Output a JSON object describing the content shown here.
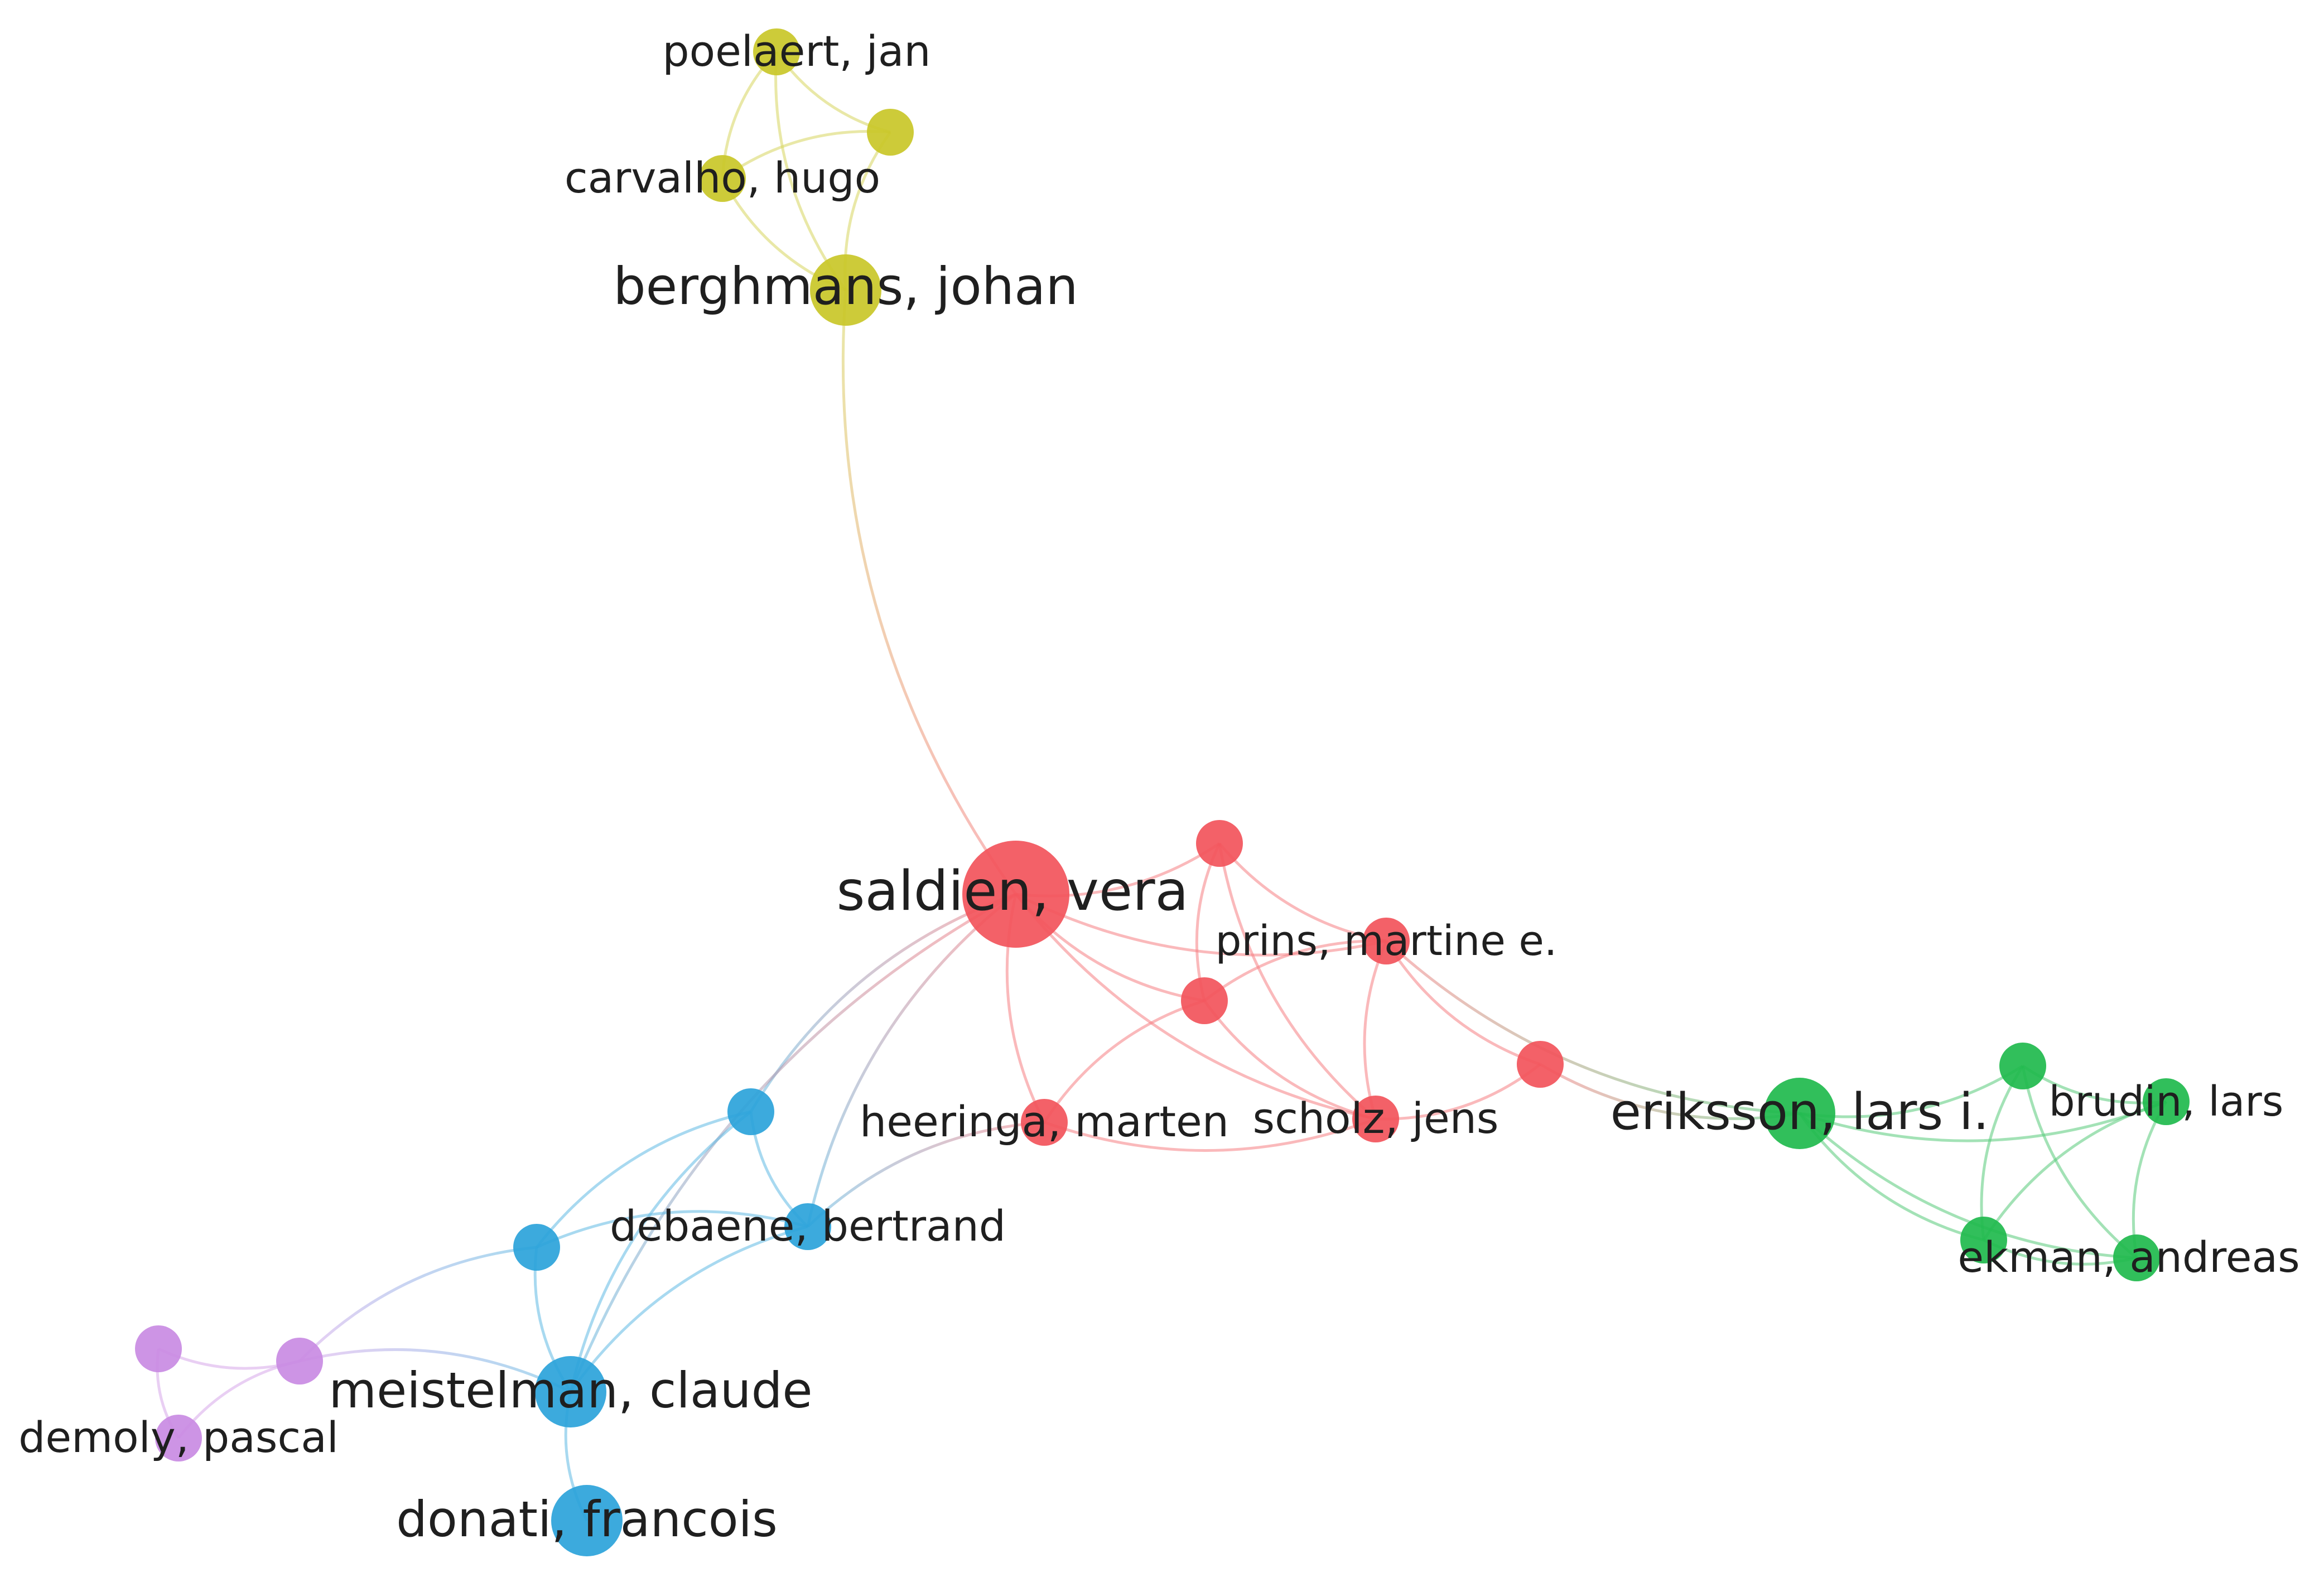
{
  "clusters": {
    "yellow": "#c9c728",
    "red": "#f2545b",
    "blue": "#2ba3da",
    "green": "#1fba4d",
    "purple": "#c98be3"
  },
  "nodes": [
    {
      "id": "poelaert",
      "label": "poelaert, jan",
      "cluster": "yellow",
      "weight": 2
    },
    {
      "id": "y_unlabeled",
      "label": "",
      "cluster": "yellow",
      "weight": 2
    },
    {
      "id": "carvalho",
      "label": "carvalho, hugo",
      "cluster": "yellow",
      "weight": 2
    },
    {
      "id": "berghmans",
      "label": "berghmans, johan",
      "cluster": "yellow",
      "weight": 4
    },
    {
      "id": "saldien",
      "label": "saldien, vera",
      "cluster": "red",
      "weight": 6
    },
    {
      "id": "r_top",
      "label": "",
      "cluster": "red",
      "weight": 2
    },
    {
      "id": "prins",
      "label": "prins, martine e.",
      "cluster": "red",
      "weight": 2
    },
    {
      "id": "r_mid",
      "label": "",
      "cluster": "red",
      "weight": 2
    },
    {
      "id": "r_right",
      "label": "",
      "cluster": "red",
      "weight": 2
    },
    {
      "id": "heeringa",
      "label": "heeringa, marten",
      "cluster": "red",
      "weight": 2
    },
    {
      "id": "scholz",
      "label": "scholz, jens",
      "cluster": "red",
      "weight": 2
    },
    {
      "id": "eriksson",
      "label": "eriksson, lars i.",
      "cluster": "green",
      "weight": 4
    },
    {
      "id": "g_top",
      "label": "",
      "cluster": "green",
      "weight": 2
    },
    {
      "id": "brudin",
      "label": "brudin, lars",
      "cluster": "green",
      "weight": 2
    },
    {
      "id": "g_bottom",
      "label": "",
      "cluster": "green",
      "weight": 2
    },
    {
      "id": "ekman",
      "label": "ekman, andreas",
      "cluster": "green",
      "weight": 2
    },
    {
      "id": "b_top",
      "label": "",
      "cluster": "blue",
      "weight": 2
    },
    {
      "id": "debaene",
      "label": "debaene, bertrand",
      "cluster": "blue",
      "weight": 2
    },
    {
      "id": "b_left",
      "label": "",
      "cluster": "blue",
      "weight": 2
    },
    {
      "id": "meistelman",
      "label": "meistelman, claude",
      "cluster": "blue",
      "weight": 4
    },
    {
      "id": "donati",
      "label": "donati, francois",
      "cluster": "blue",
      "weight": 4
    },
    {
      "id": "p_top",
      "label": "",
      "cluster": "purple",
      "weight": 2
    },
    {
      "id": "p_right",
      "label": "",
      "cluster": "purple",
      "weight": 2
    },
    {
      "id": "demoly",
      "label": "demoly, pascal",
      "cluster": "purple",
      "weight": 2
    }
  ],
  "links": [
    [
      "poelaert",
      "y_unlabeled"
    ],
    [
      "poelaert",
      "carvalho"
    ],
    [
      "poelaert",
      "berghmans"
    ],
    [
      "y_unlabeled",
      "carvalho"
    ],
    [
      "y_unlabeled",
      "berghmans"
    ],
    [
      "carvalho",
      "berghmans"
    ],
    [
      "berghmans",
      "saldien"
    ],
    [
      "saldien",
      "r_top"
    ],
    [
      "saldien",
      "prins"
    ],
    [
      "saldien",
      "r_mid"
    ],
    [
      "saldien",
      "heeringa"
    ],
    [
      "saldien",
      "scholz"
    ],
    [
      "saldien",
      "b_top"
    ],
    [
      "saldien",
      "debaene"
    ],
    [
      "saldien",
      "meistelman"
    ],
    [
      "r_top",
      "prins"
    ],
    [
      "r_top",
      "r_mid"
    ],
    [
      "r_top",
      "scholz"
    ],
    [
      "prins",
      "r_mid"
    ],
    [
      "prins",
      "r_right"
    ],
    [
      "prins",
      "scholz"
    ],
    [
      "prins",
      "eriksson"
    ],
    [
      "r_mid",
      "heeringa"
    ],
    [
      "r_mid",
      "scholz"
    ],
    [
      "heeringa",
      "scholz"
    ],
    [
      "heeringa",
      "debaene"
    ],
    [
      "scholz",
      "r_right"
    ],
    [
      "r_right",
      "eriksson"
    ],
    [
      "eriksson",
      "g_top"
    ],
    [
      "eriksson",
      "brudin"
    ],
    [
      "eriksson",
      "g_bottom"
    ],
    [
      "eriksson",
      "ekman"
    ],
    [
      "g_top",
      "brudin"
    ],
    [
      "g_top",
      "g_bottom"
    ],
    [
      "g_top",
      "ekman"
    ],
    [
      "brudin",
      "g_bottom"
    ],
    [
      "brudin",
      "ekman"
    ],
    [
      "g_bottom",
      "ekman"
    ],
    [
      "b_top",
      "debaene"
    ],
    [
      "b_top",
      "b_left"
    ],
    [
      "b_top",
      "meistelman"
    ],
    [
      "debaene",
      "b_left"
    ],
    [
      "debaene",
      "meistelman"
    ],
    [
      "b_left",
      "meistelman"
    ],
    [
      "b_left",
      "p_right"
    ],
    [
      "meistelman",
      "donati"
    ],
    [
      "meistelman",
      "p_right"
    ],
    [
      "p_top",
      "p_right"
    ],
    [
      "p_top",
      "demoly"
    ],
    [
      "p_right",
      "demoly"
    ]
  ]
}
